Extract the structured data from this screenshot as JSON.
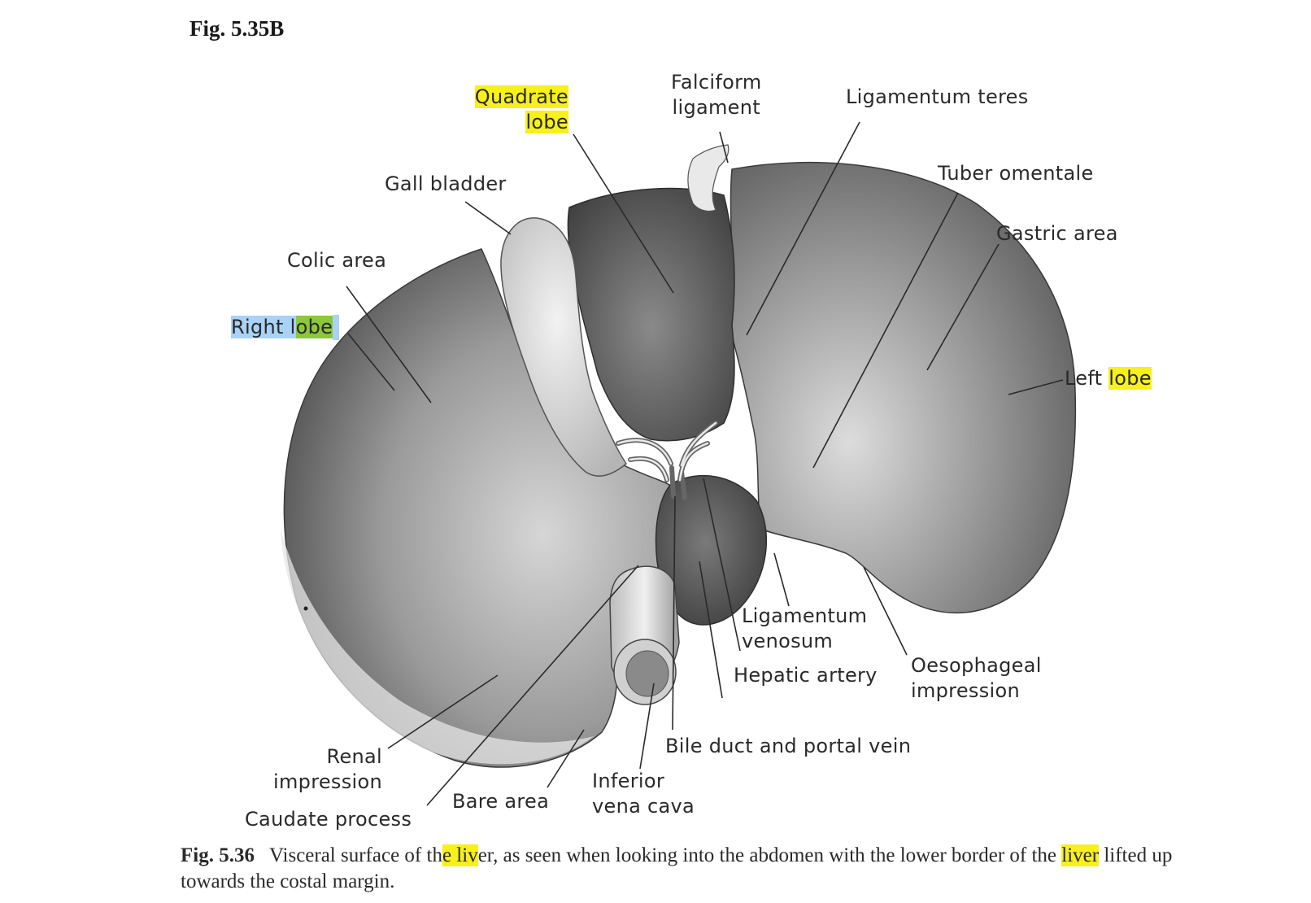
{
  "figure_ref": "Fig. 5.35B",
  "labels": {
    "falciform_1": "Falciform",
    "falciform_2": "ligament",
    "quadrate_1": "Quadrate",
    "quadrate_2": "lobe",
    "ligamentum_teres": "Ligamentum teres",
    "gall_bladder": "Gall bladder",
    "tuber_omentale": "Tuber omentale",
    "gastric_area": "Gastric area",
    "colic_area": "Colic area",
    "right_lobe_pre": "Right l",
    "right_lobe_hl": "obe",
    "left_lobe_pre": "Left ",
    "left_lobe_hl": "lobe",
    "ligamentum_venosum_1": "Ligamentum",
    "ligamentum_venosum_2": "venosum",
    "hepatic_artery": "Hepatic artery",
    "oesophageal_1": "Oesophageal",
    "oesophageal_2": "impression",
    "bile_duct": "Bile duct and portal vein",
    "renal_1": "Renal",
    "renal_2": "impression",
    "inferior_vc_1": "Inferior",
    "inferior_vc_2": "vena cava",
    "bare_area": "Bare area",
    "caudate_process": "Caudate process"
  },
  "caption": {
    "number": "Fig. 5.36",
    "part1": "Visceral surface of th",
    "hl1": "e liv",
    "part2": "er, as seen when looking into the abdomen with the lower border of the ",
    "hl2": "liver",
    "part3": " lifted up towards the costal margin."
  },
  "highlight_colors": {
    "yellow": "#f7f01c",
    "blue": "#a9d2f6",
    "green": "#8cc73c"
  }
}
